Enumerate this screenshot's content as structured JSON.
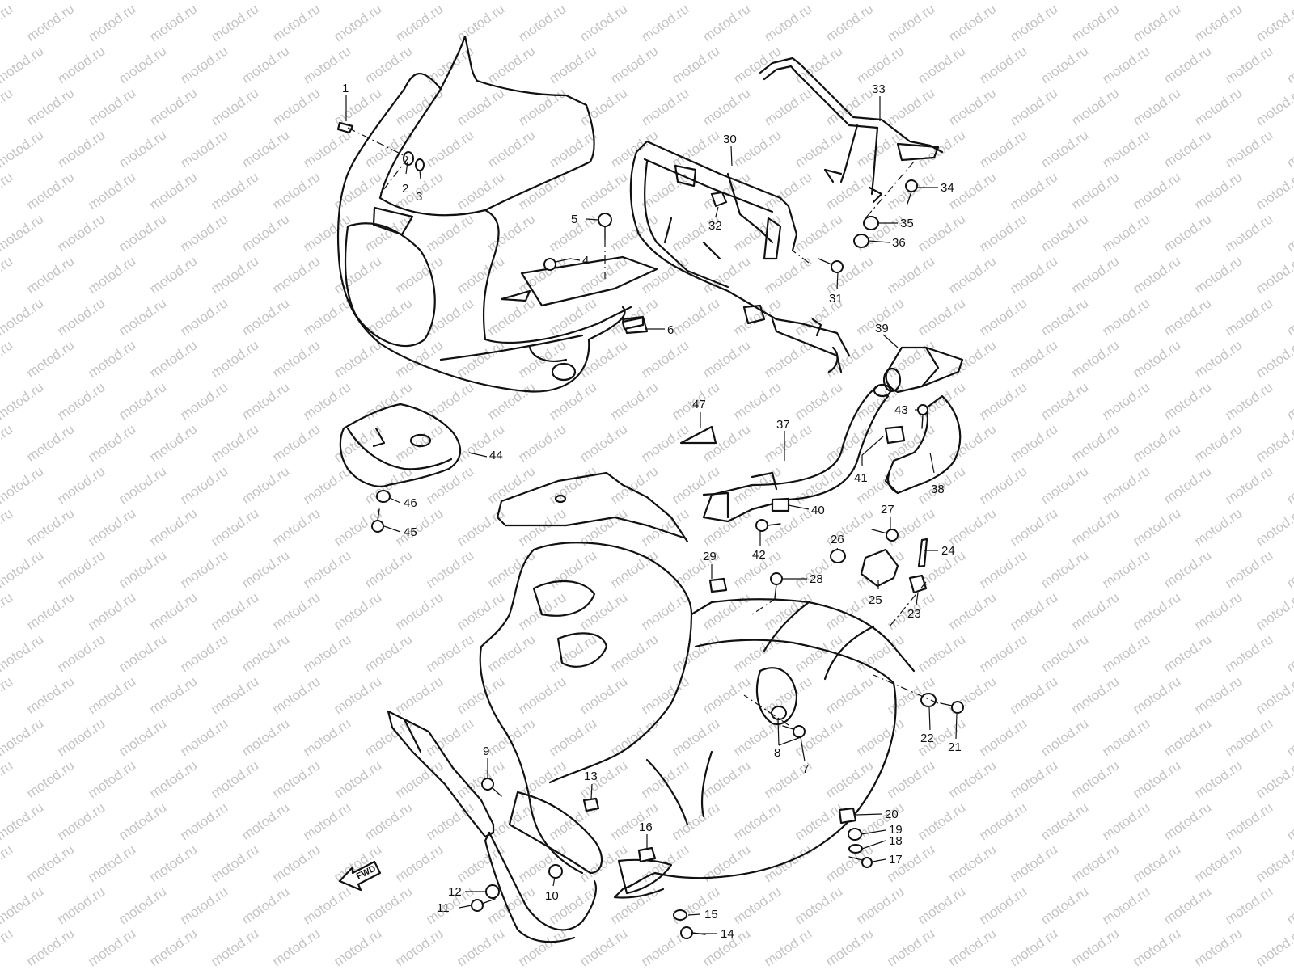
{
  "watermark": {
    "text": "motod.ru",
    "color": "#c4c4c4"
  },
  "fwd_label": "FWD",
  "callouts": [
    {
      "id": "c1",
      "label": "1"
    },
    {
      "id": "c2",
      "label": "2"
    },
    {
      "id": "c3",
      "label": "3"
    },
    {
      "id": "c4",
      "label": "4"
    },
    {
      "id": "c5",
      "label": "5"
    },
    {
      "id": "c6",
      "label": "6"
    },
    {
      "id": "c7",
      "label": "7"
    },
    {
      "id": "c8",
      "label": "8"
    },
    {
      "id": "c9",
      "label": "9"
    },
    {
      "id": "c10",
      "label": "10"
    },
    {
      "id": "c11",
      "label": "11"
    },
    {
      "id": "c12",
      "label": "12"
    },
    {
      "id": "c13",
      "label": "13"
    },
    {
      "id": "c14",
      "label": "14"
    },
    {
      "id": "c15",
      "label": "15"
    },
    {
      "id": "c16",
      "label": "16"
    },
    {
      "id": "c17",
      "label": "17"
    },
    {
      "id": "c18",
      "label": "18"
    },
    {
      "id": "c19",
      "label": "19"
    },
    {
      "id": "c20",
      "label": "20"
    },
    {
      "id": "c21",
      "label": "21"
    },
    {
      "id": "c22",
      "label": "22"
    },
    {
      "id": "c23",
      "label": "23"
    },
    {
      "id": "c24",
      "label": "24"
    },
    {
      "id": "c25",
      "label": "25"
    },
    {
      "id": "c26",
      "label": "26"
    },
    {
      "id": "c27",
      "label": "27"
    },
    {
      "id": "c28",
      "label": "28"
    },
    {
      "id": "c29",
      "label": "29"
    },
    {
      "id": "c30",
      "label": "30"
    },
    {
      "id": "c31",
      "label": "31"
    },
    {
      "id": "c32",
      "label": "32"
    },
    {
      "id": "c33",
      "label": "33"
    },
    {
      "id": "c34",
      "label": "34"
    },
    {
      "id": "c35",
      "label": "35"
    },
    {
      "id": "c36",
      "label": "36"
    },
    {
      "id": "c37",
      "label": "37"
    },
    {
      "id": "c38",
      "label": "38"
    },
    {
      "id": "c39",
      "label": "39"
    },
    {
      "id": "c40",
      "label": "40"
    },
    {
      "id": "c41",
      "label": "41"
    },
    {
      "id": "c42",
      "label": "42"
    },
    {
      "id": "c43",
      "label": "43"
    },
    {
      "id": "c44",
      "label": "44"
    },
    {
      "id": "c45",
      "label": "45"
    },
    {
      "id": "c46",
      "label": "46"
    },
    {
      "id": "c47",
      "label": "47"
    }
  ]
}
